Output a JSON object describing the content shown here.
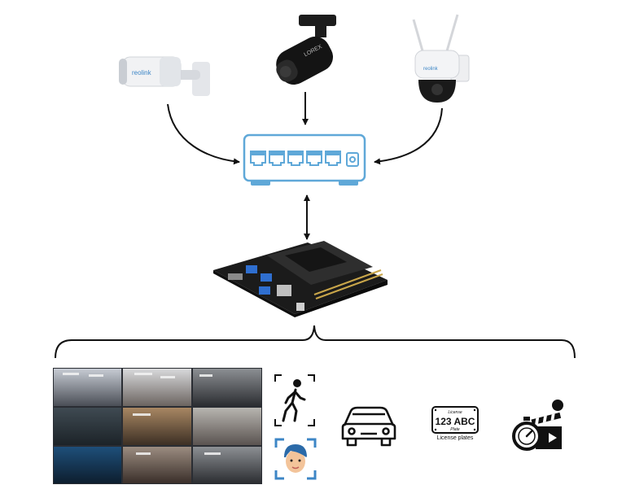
{
  "cameras": {
    "bullet": {
      "brand": "reolink",
      "icon": "bullet-camera-icon"
    },
    "turret": {
      "brand": "LOREX",
      "icon": "turret-camera-icon"
    },
    "ptz": {
      "brand": "reolink",
      "icon": "ptz-camera-icon"
    }
  },
  "network_switch": {
    "icon": "ethernet-switch-icon",
    "ports": 5
  },
  "edge_board": {
    "icon": "single-board-computer-icon"
  },
  "analytics": {
    "surveillance_grid": {
      "icon": "video-wall-icon",
      "tiles": 9
    },
    "person_detection": {
      "icon": "walking-person-icon"
    },
    "face_recognition": {
      "icon": "face-scan-icon"
    },
    "vehicle_detection": {
      "icon": "car-icon"
    },
    "license_plate": {
      "icon": "license-plate-icon",
      "plate_header": "License",
      "plate_number": "123 ABC",
      "plate_footer": "Plate",
      "caption": "License plates"
    },
    "time_lapse": {
      "icon": "stopwatch-clapperboard-icon"
    }
  },
  "colors": {
    "switch_accent": "#5fa8d8",
    "face_accent": "#3d86c6",
    "ink": "#1a1a1a"
  }
}
